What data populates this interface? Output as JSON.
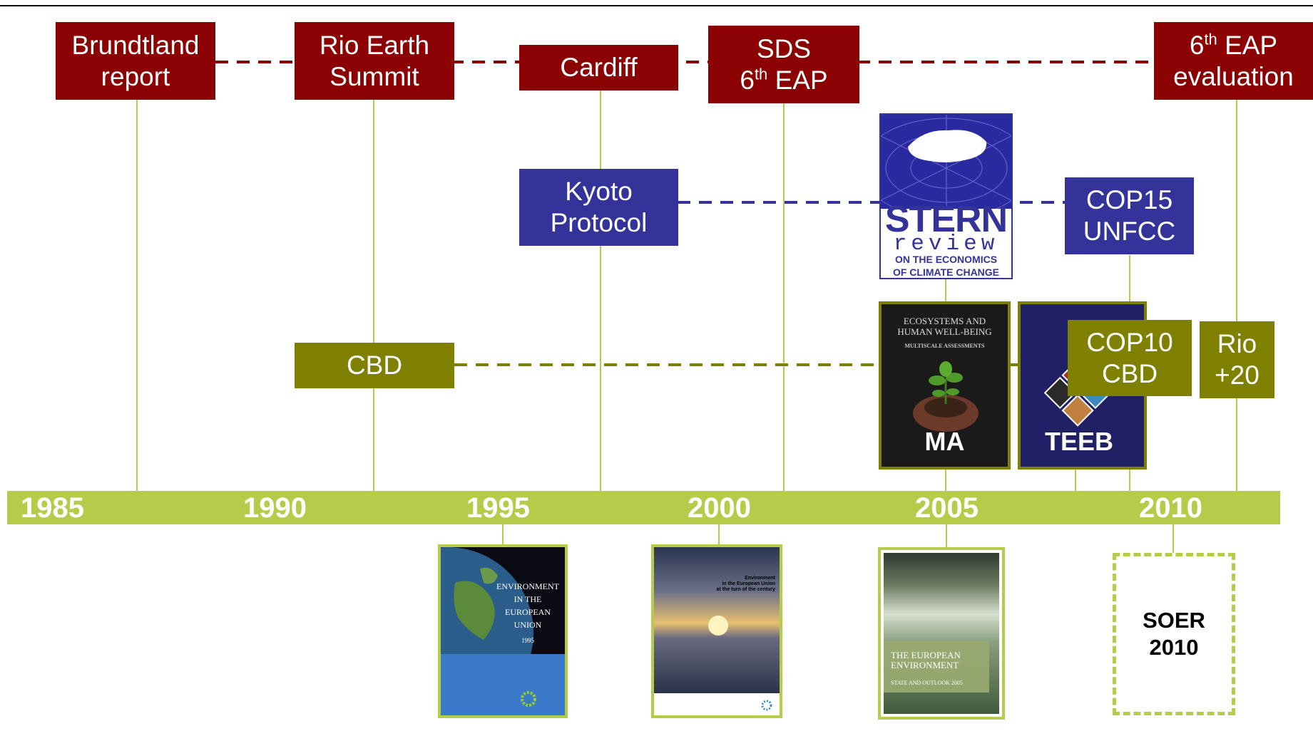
{
  "events": {
    "brundtland": "Brundtland report",
    "rio_earth_summit": "Rio Earth Summit",
    "cardiff": "Cardiff",
    "sds_line1": "SDS",
    "sds_line2_pre": "6",
    "sds_line2_sup": "th",
    "sds_line2_post": " EAP",
    "eap_eval_pre": "6",
    "eap_eval_sup": "th",
    "eap_eval_post": " EAP",
    "eap_eval_line2": "evaluation",
    "kyoto": "Kyoto Protocol",
    "cop15_line1": "COP15",
    "cop15_line2": "UNFCC",
    "cbd": "CBD",
    "cop10_line1": "COP10",
    "cop10_line2": "CBD",
    "rio20_line1": "Rio",
    "rio20_line2": "+20"
  },
  "axis": {
    "years": [
      "1985",
      "1990",
      "1995",
      "2000",
      "2005",
      "2010"
    ]
  },
  "covers": {
    "stern": {
      "title": "STERN",
      "sub": "review",
      "line1": "ON THE ECONOMICS",
      "line2": "OF CLIMATE CHANGE"
    },
    "ma": {
      "title_line1": "ECOSYSTEMS AND",
      "title_line2": "HUMAN WELL-BEING",
      "subtitle": "MULTISCALE ASSESSMENTS",
      "label": "MA"
    },
    "teeb": {
      "label": "TEEB"
    },
    "soe1995": {
      "line1": "ENVIRONMENT",
      "line2": "IN THE",
      "line3": "EUROPEAN",
      "line4": "UNION",
      "year": "1995"
    },
    "soe1999": {
      "line1": "Environment",
      "line2": "in the European Union",
      "line3": "at the turn of the century"
    },
    "soe2005": {
      "line1": "THE EUROPEAN",
      "line2": "ENVIRONMENT",
      "line3": "STATE AND OUTLOOK 2005"
    }
  },
  "soer": {
    "line1": "SOER",
    "line2": "2010"
  },
  "colors": {
    "red": "#8b0000",
    "blue": "#333399",
    "olive": "#7f7f00",
    "axis_green": "#b5cc4a"
  }
}
